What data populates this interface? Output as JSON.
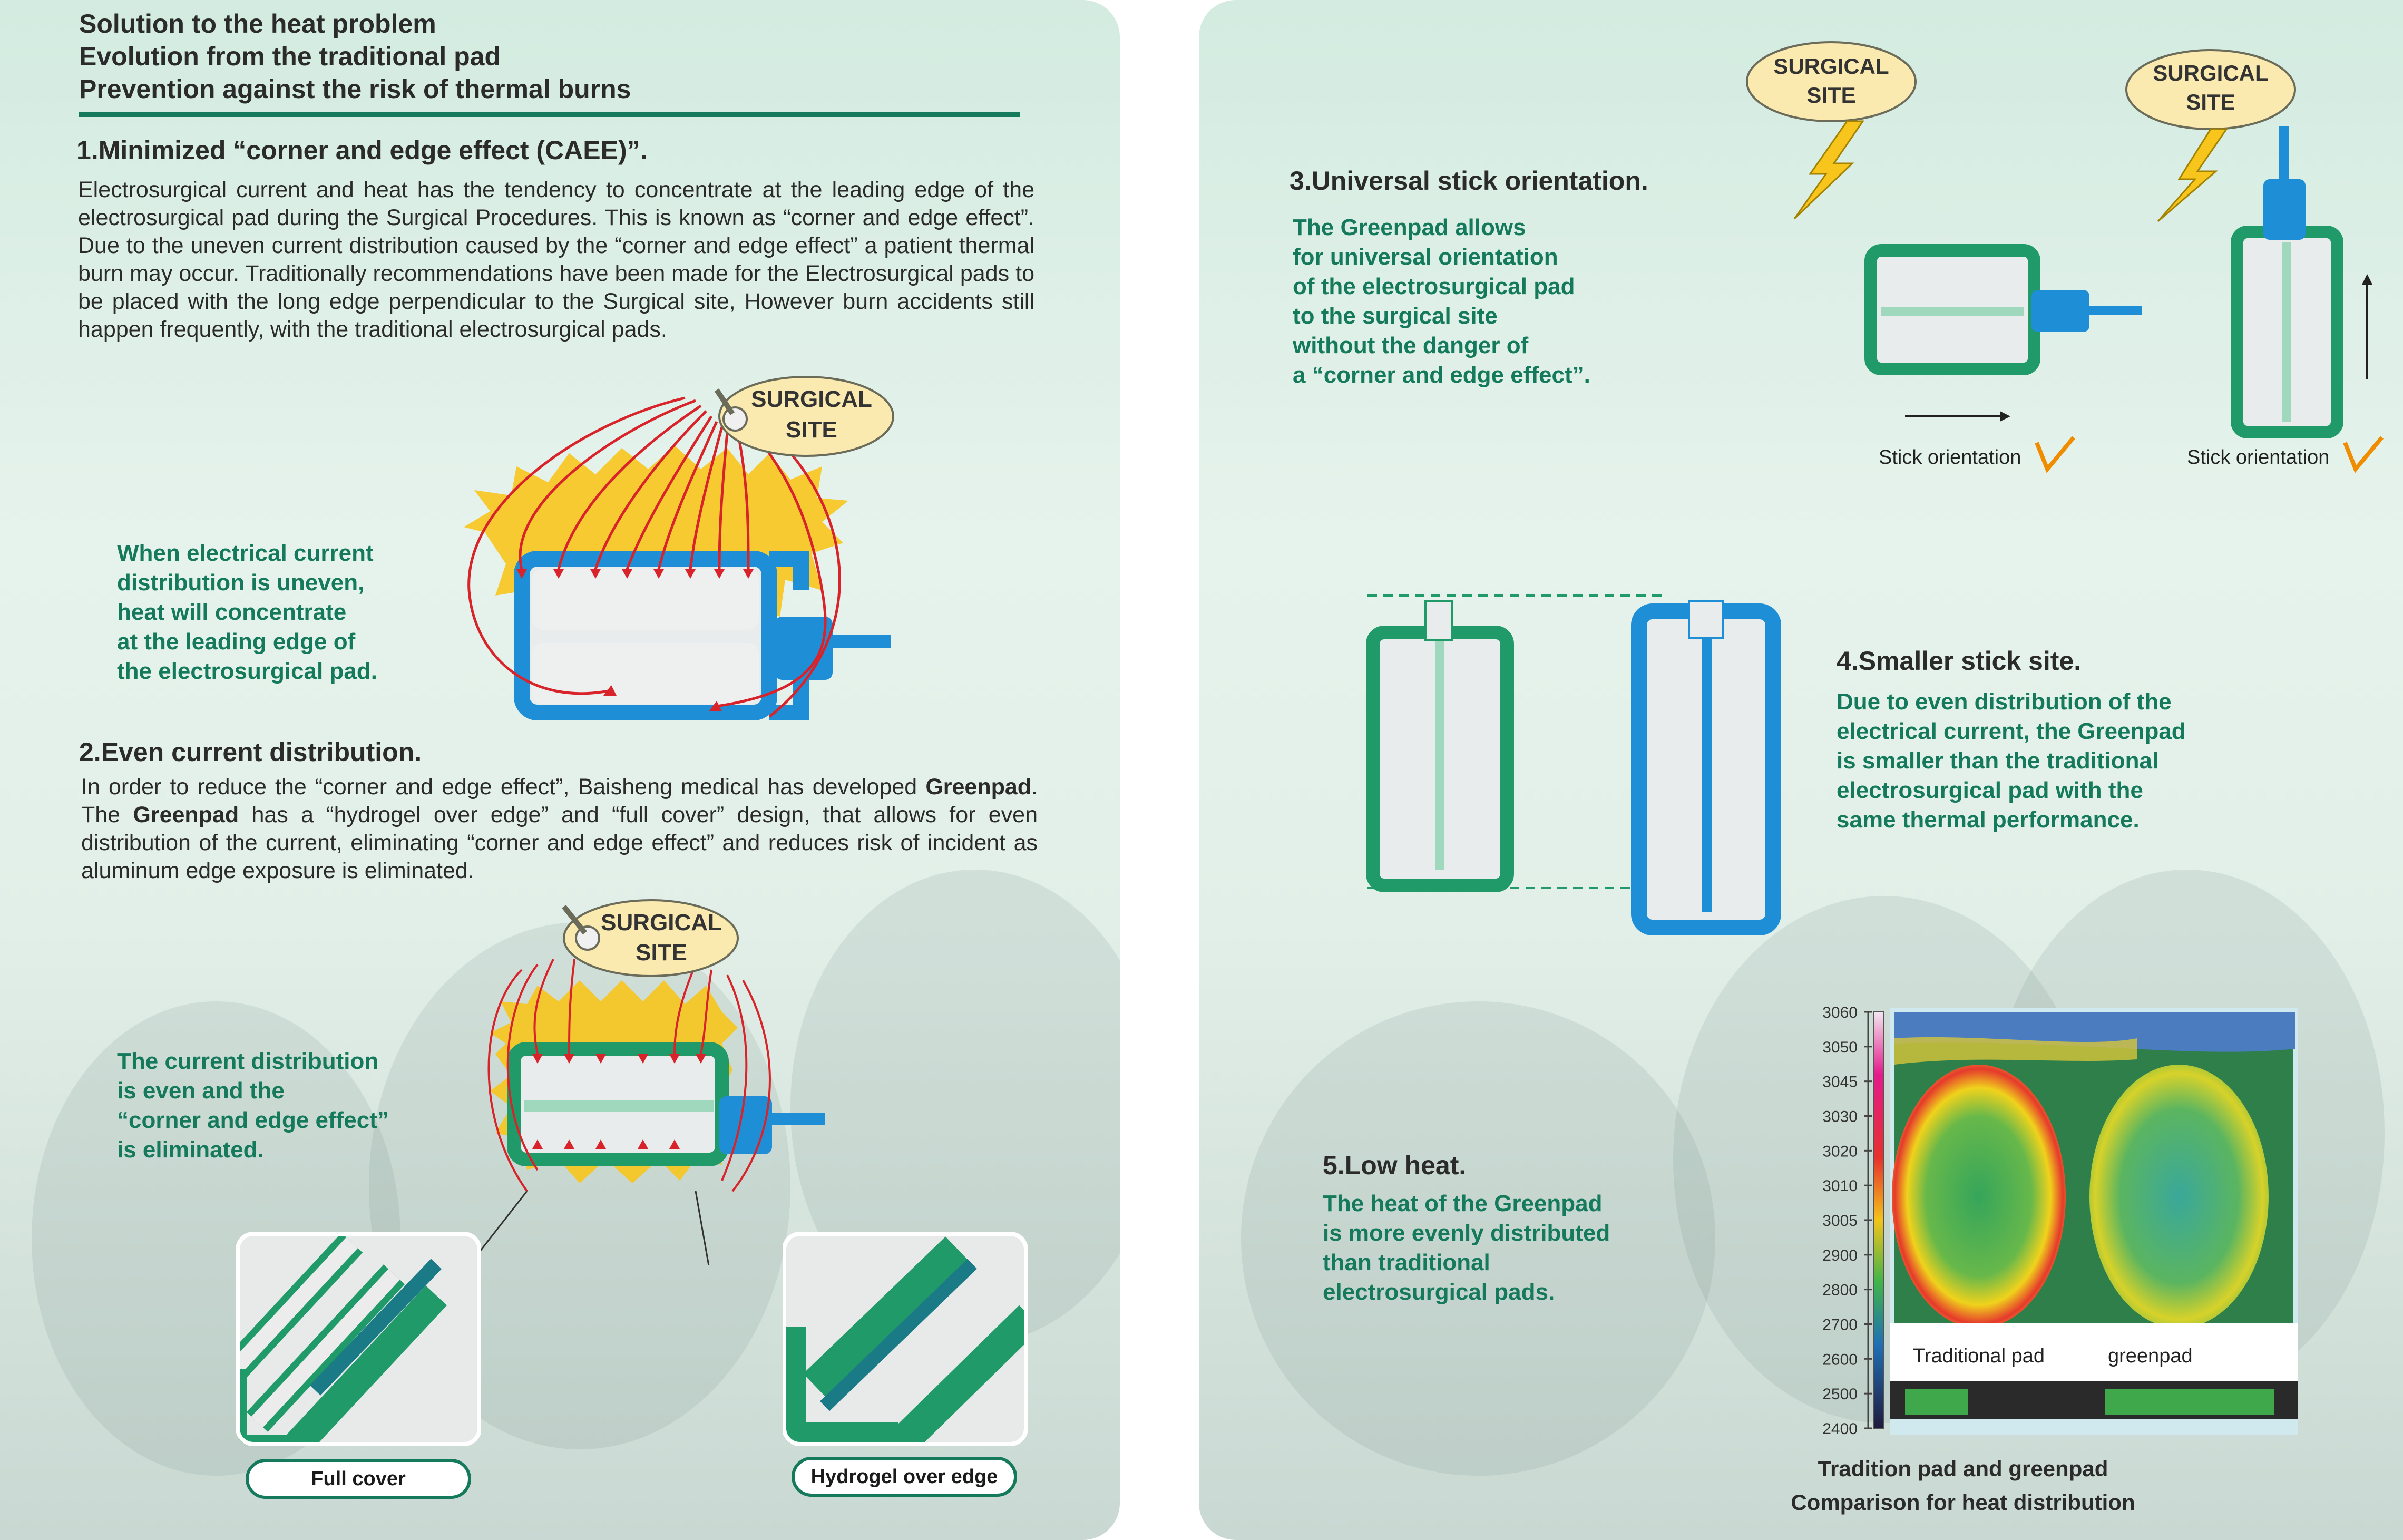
{
  "header": {
    "line1": "Solution to the heat problem",
    "line2": "Evolution from the traditional pad",
    "line3": "Prevention against the risk of thermal burns"
  },
  "section1": {
    "title": "1.Minimized “corner and edge effect (CAEE)”.",
    "body": "Electrosurgical current and heat has the tendency to concentrate at the leading edge of the electrosurgical pad during the Surgical Procedures. This is known as “corner and edge effect”. Due to the uneven current distribution caused by the “corner and edge effect” a patient thermal burn may occur. Traditionally recommendations have been made for the Electrosurgical pads to be placed with the long edge perpendicular to the Surgical site, However burn accidents still happen frequently, with the traditional electrosurgical pads.",
    "note": [
      "When electrical current",
      "distribution is uneven,",
      "heat will concentrate",
      "at the leading edge of",
      "the electrosurgical pad."
    ],
    "site_label": [
      "SURGICAL",
      "SITE"
    ]
  },
  "section2": {
    "title": "2.Even current distribution.",
    "body_p1": "In order to reduce the “corner and edge effect”, Baisheng medical has developed ",
    "body_b1": "Greenpad",
    "body_p2": ". The ",
    "body_b2": "Greenpad",
    "body_p3": " has a “hydrogel over edge” and “full cover” design, that allows for even distribution of the current, eliminating “corner and edge effect” and reduces risk of incident as aluminum edge exposure is eliminated.",
    "note": [
      "The current distribution",
      "is even and the",
      "“corner and edge effect”",
      "is eliminated."
    ],
    "site_label": [
      "SURGICAL",
      "SITE"
    ],
    "label_full_cover": "Full cover",
    "label_hydrogel": "Hydrogel over edge"
  },
  "section3": {
    "title": "3.Universal stick orientation.",
    "note": [
      "The Greenpad allows",
      "for universal orientation",
      "of the electrosurgical pad",
      "to the surgical site",
      "without the danger of",
      "a “corner and edge effect”."
    ],
    "site_label": [
      "SURGICAL",
      "SITE"
    ],
    "stick_label": "Stick orientation"
  },
  "section4": {
    "title": "4.Smaller stick site.",
    "note": [
      "Due to even distribution of the",
      "electrical current, the Greenpad",
      "is smaller than the traditional",
      "electrosurgical pad with the",
      "same thermal performance."
    ]
  },
  "section5": {
    "title": "5.Low heat.",
    "note": [
      "The heat of the Greenpad",
      "is more evenly distributed",
      "than traditional",
      "electrosurgical pads."
    ],
    "scale_ticks": [
      "3060",
      "3050",
      "3045",
      "3030",
      "3020",
      "3010",
      "3005",
      "2900",
      "2800",
      "2700",
      "2600",
      "2500",
      "2400"
    ],
    "label_traditional": "Traditional pad",
    "label_greenpad": "greenpad",
    "caption_line1": "Tradition pad and greenpad",
    "caption_line2": "Comparison for heat distribution"
  },
  "colors": {
    "accent_green": "#157a5b",
    "pad_blue": "#1e8fd6",
    "pad_green": "#1f9a68",
    "current_red": "#d8232a",
    "heat_yellow": "#f7c51c"
  }
}
